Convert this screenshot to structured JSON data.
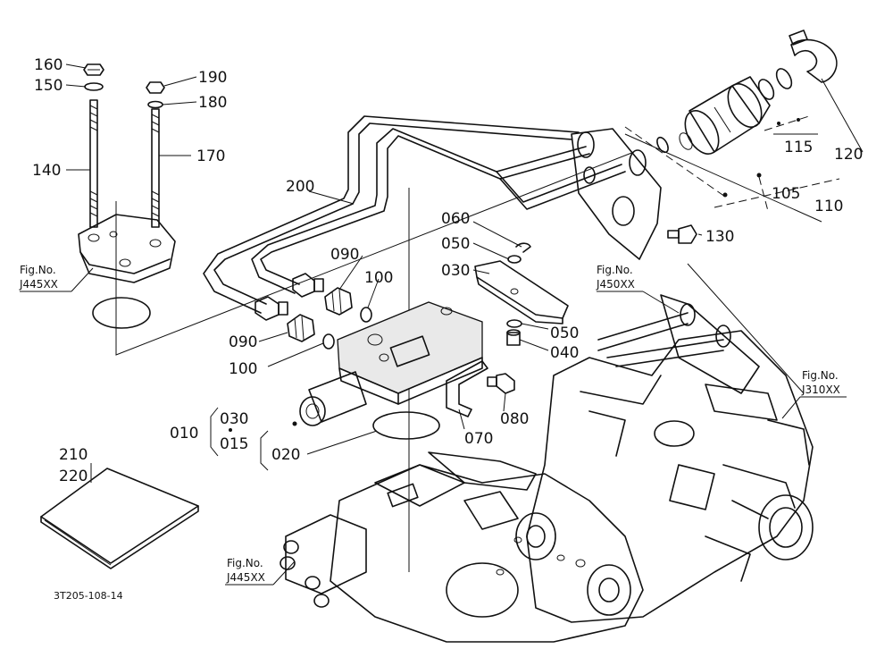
{
  "callouts": {
    "c010": "010",
    "c015": "015",
    "c020": "020",
    "c030a": "030",
    "c030b": "030",
    "c040": "040",
    "c050a": "050",
    "c050b": "050",
    "c060": "060",
    "c070": "070",
    "c080": "080",
    "c090a": "090",
    "c090b": "090",
    "c100a": "100",
    "c100b": "100",
    "c105": "105",
    "c110": "110",
    "c115": "115",
    "c120": "120",
    "c130": "130",
    "c140": "140",
    "c150": "150",
    "c160": "160",
    "c170": "170",
    "c180": "180",
    "c190": "190",
    "c200": "200",
    "c210": "210",
    "c220": "220"
  },
  "figure_refs": {
    "fig_label": "Fig.No.",
    "j445_top": "J445XX",
    "j450": "J450XX",
    "j310": "J310XX",
    "j445_bottom": "J445XX"
  },
  "drawing_code": "3T205-108-14",
  "colors": {
    "line": "#111111",
    "background": "#ffffff"
  }
}
